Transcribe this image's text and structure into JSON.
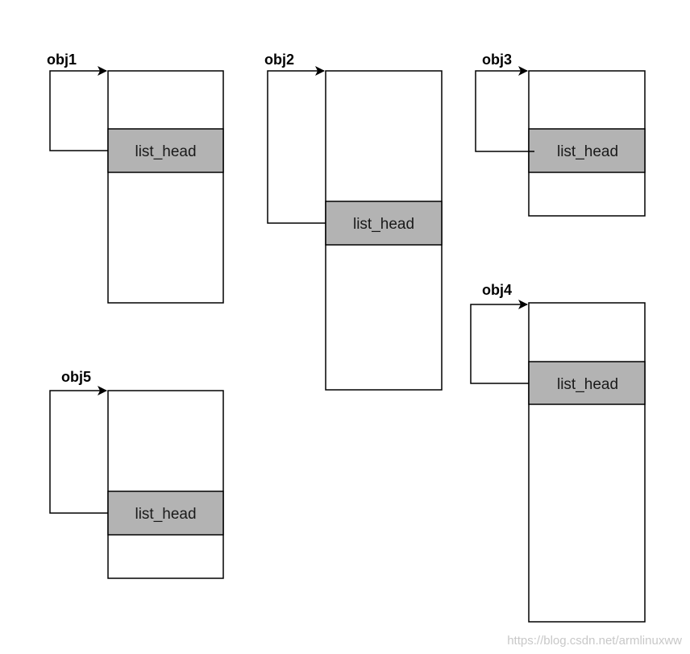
{
  "colors": {
    "list_head_fill": "#b3b3b3",
    "box_fill": "#ffffff",
    "stroke": "#000000",
    "watermark": "#c8c8c8"
  },
  "objects": [
    {
      "label": "obj1",
      "field_label": "list_head"
    },
    {
      "label": "obj2",
      "field_label": "list_head"
    },
    {
      "label": "obj3",
      "field_label": "list_head"
    },
    {
      "label": "obj4",
      "field_label": "list_head"
    },
    {
      "label": "obj5",
      "field_label": "list_head"
    }
  ],
  "watermark": "https://blog.csdn.net/armlinuxww"
}
